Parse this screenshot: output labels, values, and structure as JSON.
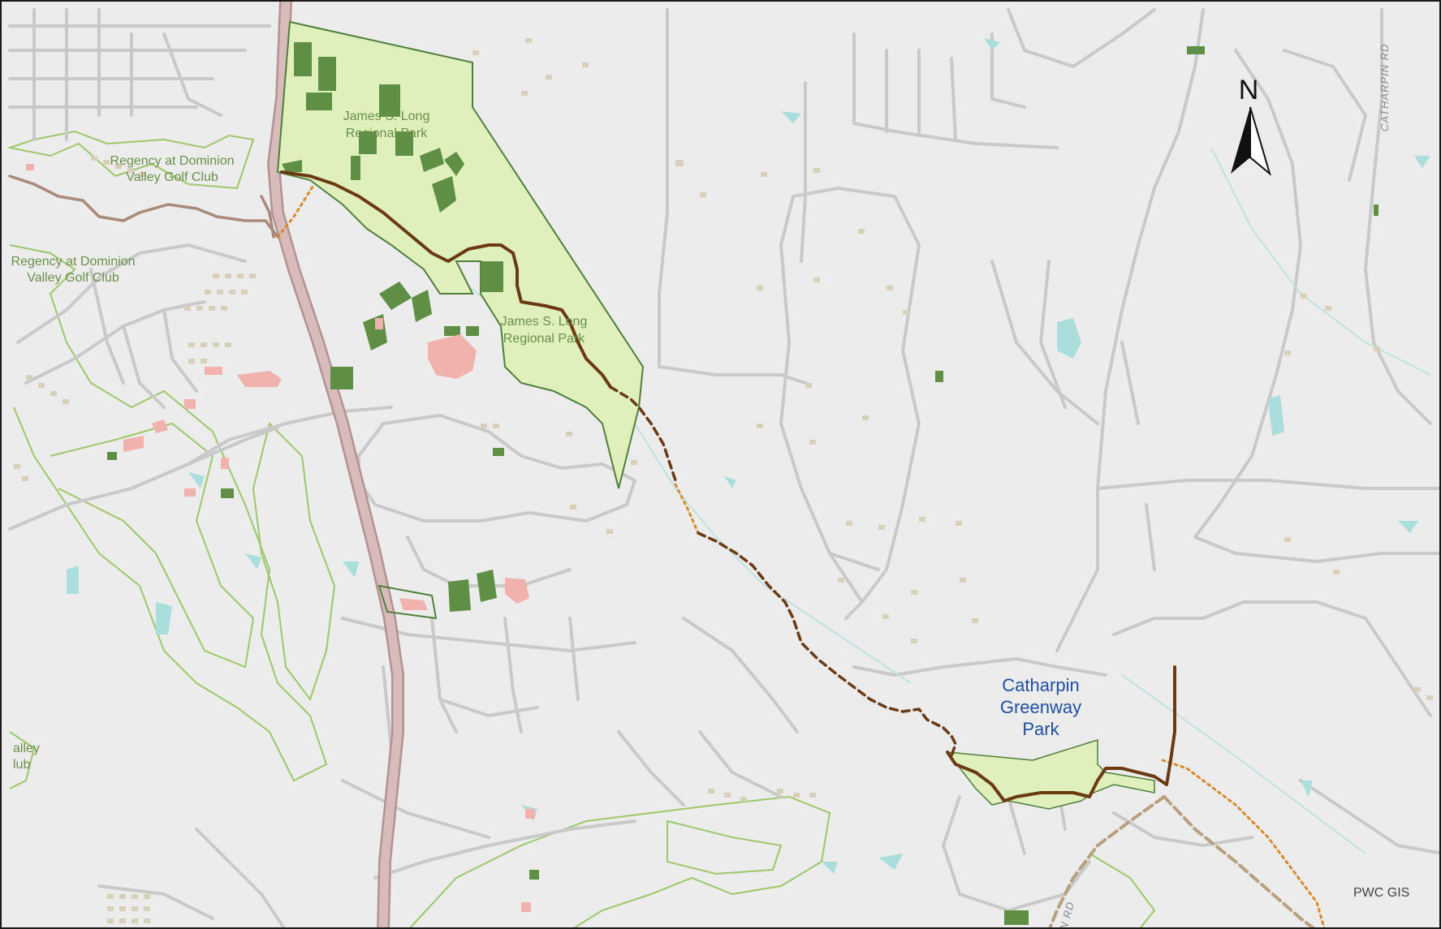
{
  "map": {
    "labels": {
      "james_long_1_line1": "James S. Long",
      "james_long_1_line2": "Regional Park",
      "james_long_2_line1": "James S. Long",
      "james_long_2_line2": "Regional Park",
      "regency_1_line1": "Regency at Dominion",
      "regency_1_line2": "Valley Golf Club",
      "regency_2_line1": "Regency at Dominion",
      "regency_2_line2": "Valley Golf Club",
      "regency_3_line1": "alley",
      "regency_3_line2": "lub",
      "catharpin_line1": "Catharpin",
      "catharpin_line2": "Greenway",
      "catharpin_line3": "Park",
      "road_catharpin": "CATHARPIN RD",
      "road_bottom": "N RD"
    },
    "north_arrow": "N",
    "credit": "PWC GIS",
    "colors": {
      "background": "#ececec",
      "road": "#c8c8c8",
      "highway": "#c9aaa9",
      "park_fill": "#dff0bd",
      "park_border": "#4f7f3a",
      "golf_border": "#9cc86a",
      "trail_existing": "#6b3a12",
      "trail_planned": "#6b3a12",
      "trail_other": "#a98a7a",
      "trail_orange": "#d98a2a",
      "water": "#a9dedd",
      "field": "#5f8f45",
      "building": "#f1b2ae"
    }
  }
}
